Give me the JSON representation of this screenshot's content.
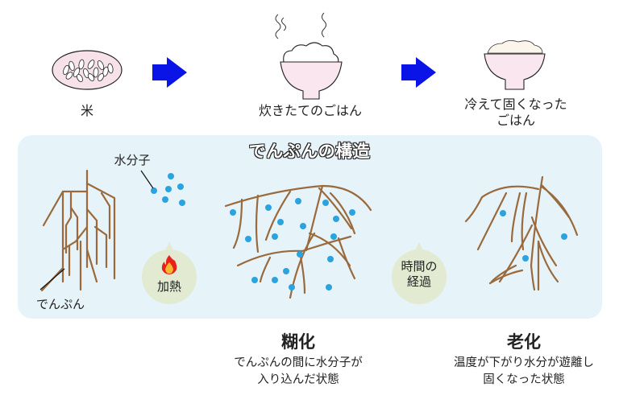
{
  "top_row": {
    "rice": {
      "label": "米"
    },
    "cooked": {
      "label": "炊きたてのごはん"
    },
    "cooled": {
      "label_line1": "冷えて固くなった",
      "label_line2": "ごはん"
    }
  },
  "structure_panel": {
    "title": "でんぷんの構造",
    "water_label": "水分子",
    "starch_label": "でんぷん",
    "heat_bubble": {
      "icon": "fire-icon",
      "label": "加熱"
    },
    "time_bubble": {
      "line1": "時間の",
      "line2": "経過"
    }
  },
  "captions": {
    "gelatinization": {
      "title": "糊化",
      "line1": "でんぷんの間に水分子が",
      "line2": "入り込んだ状態"
    },
    "retrogradation": {
      "title": "老化",
      "line1": "温度が下がり水分が遊離し",
      "line2": "固くなった状態"
    }
  },
  "colors": {
    "arrow": "#0a14e6",
    "starch": "#9a6a3c",
    "water": "#2aa3de",
    "panel": "#e6f3f9",
    "bowl": "#f9e6ef",
    "bubble": "#e2ebd2"
  }
}
